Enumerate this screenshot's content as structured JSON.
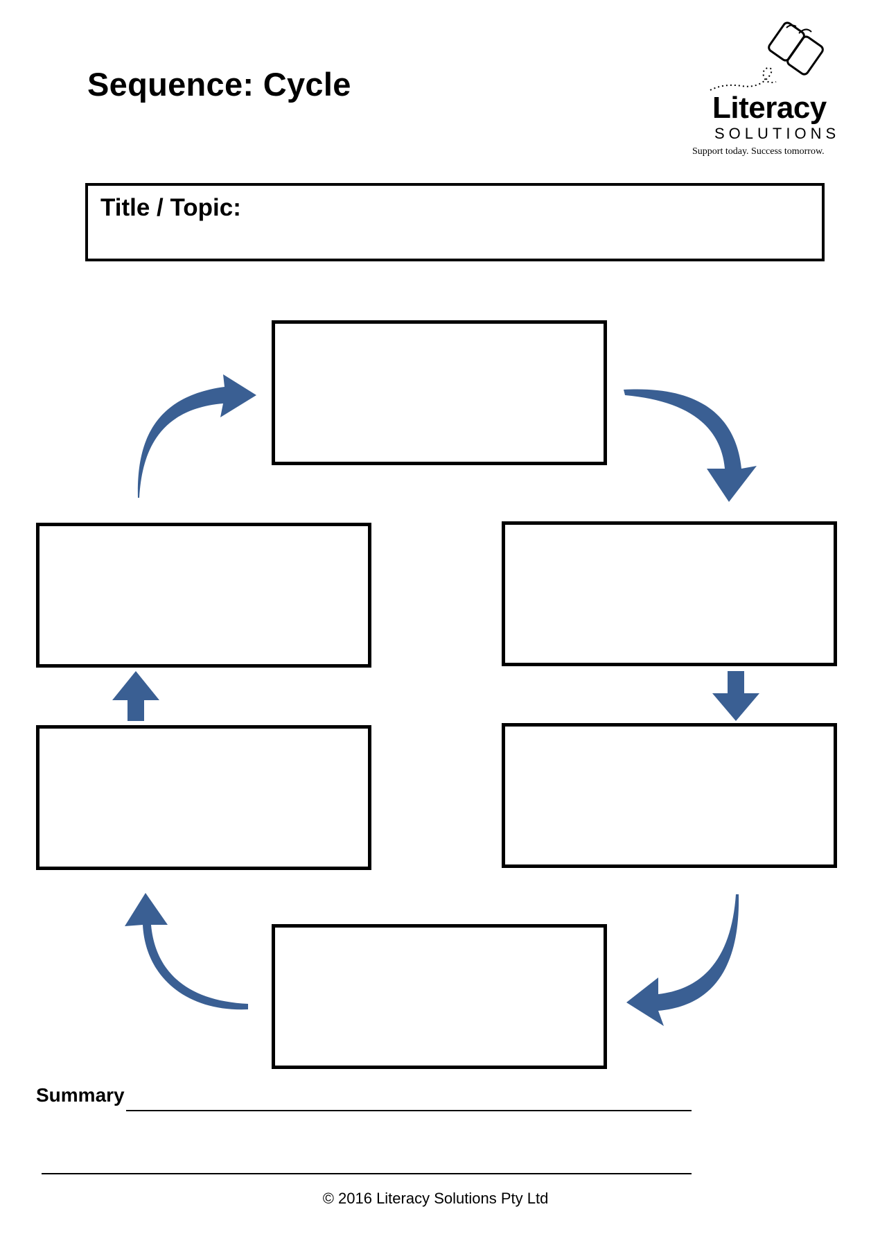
{
  "header": {
    "title": "Sequence: Cycle"
  },
  "logo": {
    "word": "Literacy",
    "sub": "SOLUTIONS",
    "tagline": "Support today. Success tomorrow."
  },
  "title_box": {
    "label": "Title / Topic:"
  },
  "cycle": {
    "box_count": 6,
    "arrow_color": "#3a5f93"
  },
  "summary": {
    "label": "Summary"
  },
  "footer": {
    "copyright": "© 2016 Literacy Solutions Pty Ltd"
  }
}
